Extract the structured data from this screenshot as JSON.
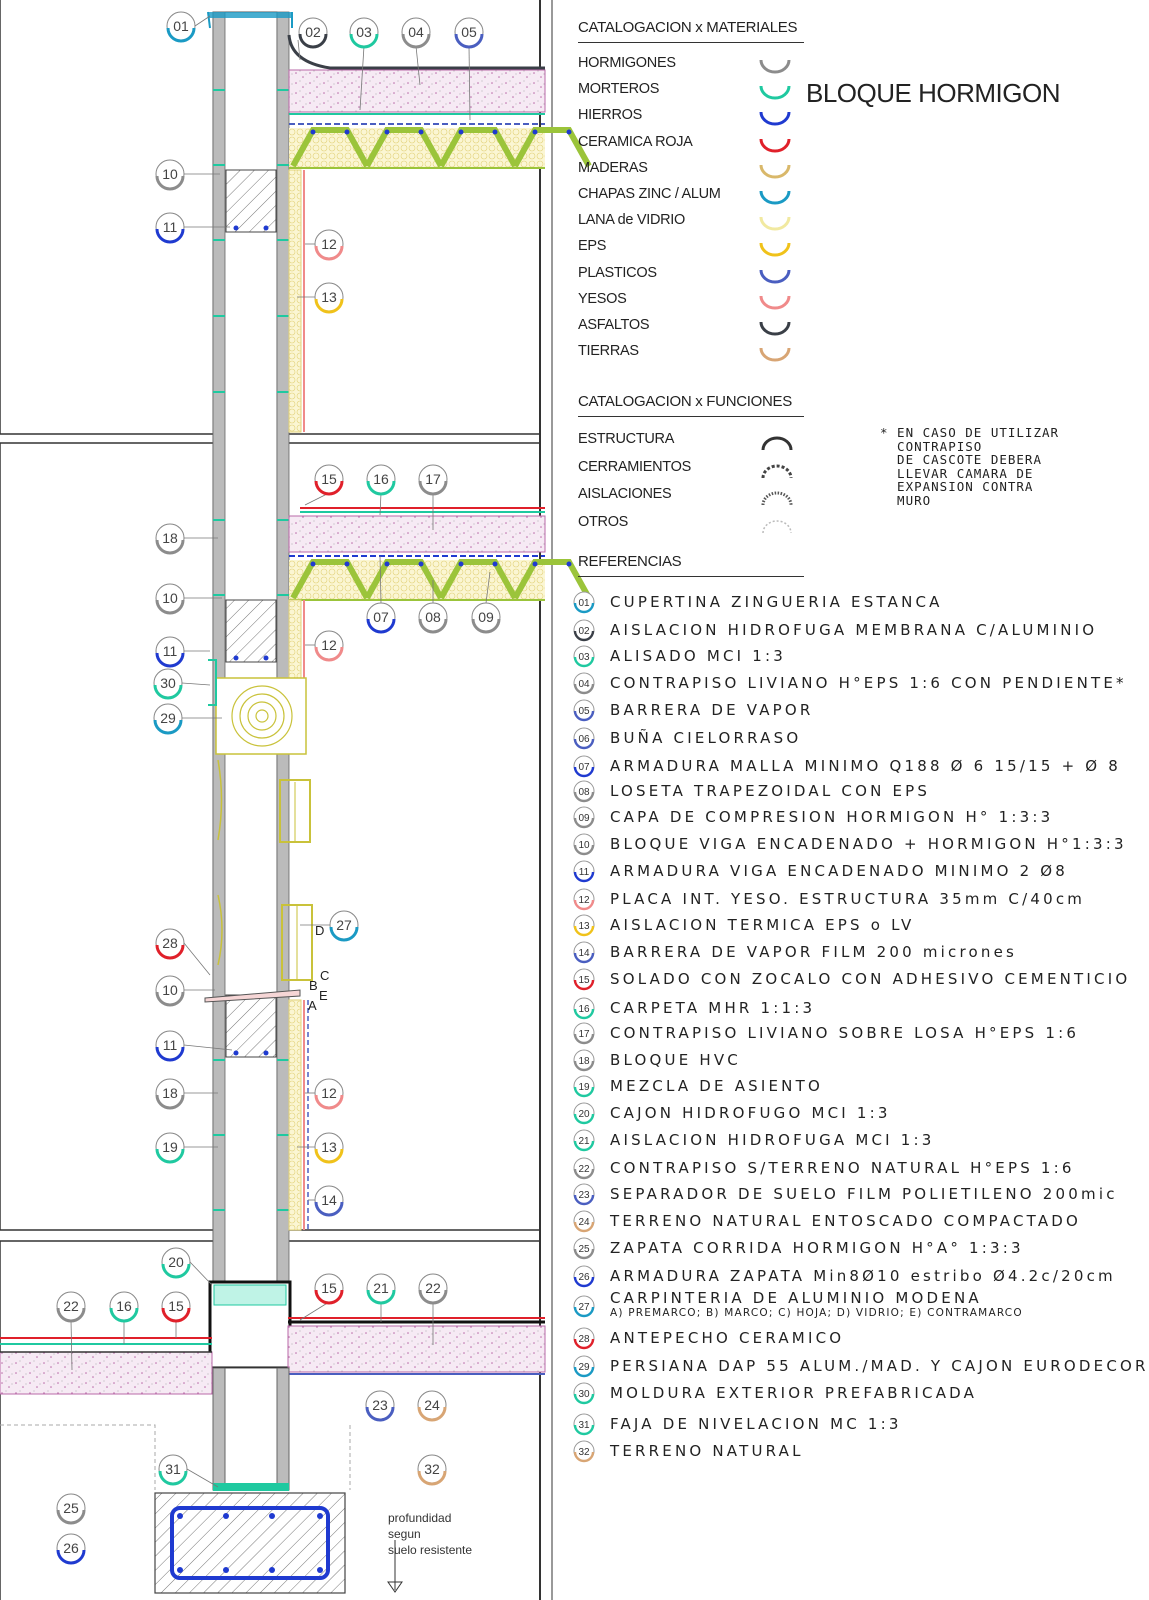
{
  "materials": {
    "title": "CATALOGACION x MATERIALES",
    "items": [
      {
        "label": "HORMIGONES",
        "color": "#8c8c8c"
      },
      {
        "label": "MORTEROS",
        "color": "#1fc9a0"
      },
      {
        "label": "HIERROS",
        "color": "#1f3ad0"
      },
      {
        "label": "CERAMICA ROJA",
        "color": "#e0202a"
      },
      {
        "label": "MADERAS",
        "color": "#d9b86a"
      },
      {
        "label": "CHAPAS ZINC / ALUM",
        "color": "#1a9ac4"
      },
      {
        "label": "LANA de VIDRIO",
        "color": "#f1e9a0"
      },
      {
        "label": "EPS",
        "color": "#f0c21a"
      },
      {
        "label": "PLASTICOS",
        "color": "#4a5ec0"
      },
      {
        "label": "YESOS",
        "color": "#f08a8a"
      },
      {
        "label": "ASFALTOS",
        "color": "#3a3f47"
      },
      {
        "label": "TIERRAS",
        "color": "#d8a574"
      }
    ]
  },
  "functions": {
    "title": "CATALOGACION x FUNCIONES",
    "items": [
      {
        "label": "ESTRUCTURA",
        "style": "solid"
      },
      {
        "label": "CERRAMIENTOS",
        "style": "dashed"
      },
      {
        "label": "AISLACIONES",
        "style": "dotted"
      },
      {
        "label": "OTROS",
        "style": "faint"
      }
    ]
  },
  "heading": "BLOQUE HORMIGON",
  "note": "* EN CASO DE UTILIZAR\n  CONTRAPISO\n  DE CASCOTE DEBERA\n  LLEVAR CAMARA DE\n  EXPANSION CONTRA\n  MURO",
  "references_title": "REFERENCIAS",
  "references": [
    {
      "num": "01",
      "text": "CUPERTINA ZINGUERIA ESTANCA",
      "color": "#1a9ac4"
    },
    {
      "num": "02",
      "text": "AISLACION HIDROFUGA MEMBRANA C/ALUMINIO",
      "color": "#3a3f47"
    },
    {
      "num": "03",
      "text": "ALISADO MCI 1:3",
      "color": "#1fc9a0"
    },
    {
      "num": "04",
      "text": "CONTRAPISO LIVIANO H°EPS 1:6 CON PENDIENTE*",
      "color": "#8c8c8c"
    },
    {
      "num": "05",
      "text": "BARRERA DE VAPOR",
      "color": "#4a5ec0"
    },
    {
      "num": "06",
      "text": "BUÑA CIELORRASO",
      "color": "#4a5ec0"
    },
    {
      "num": "07",
      "text": "ARMADURA MALLA MINIMO Q188 Ø 6 15/15 + Ø 8",
      "color": "#1f3ad0"
    },
    {
      "num": "08",
      "text": "LOSETA TRAPEZOIDAL CON EPS",
      "color": "#8c8c8c"
    },
    {
      "num": "09",
      "text": "CAPA DE COMPRESION HORMIGON H° 1:3:3",
      "color": "#8c8c8c"
    },
    {
      "num": "10",
      "text": "BLOQUE VIGA ENCADENADO + HORMIGON H°1:3:3",
      "color": "#8c8c8c"
    },
    {
      "num": "11",
      "text": "ARMADURA VIGA ENCADENADO MINIMO 2 Ø8",
      "color": "#1f3ad0"
    },
    {
      "num": "12",
      "text": "PLACA INT. YESO. ESTRUCTURA 35mm C/40cm",
      "color": "#f08a8a"
    },
    {
      "num": "13",
      "text": "AISLACION TERMICA EPS o LV",
      "color": "#f0c21a"
    },
    {
      "num": "14",
      "text": "BARRERA DE VAPOR FILM 200 micrones",
      "color": "#4a5ec0"
    },
    {
      "num": "15",
      "text": "SOLADO CON ZOCALO CON ADHESIVO CEMENTICIO",
      "color": "#e0202a"
    },
    {
      "num": "16",
      "text": "CARPETA MHR 1:1:3",
      "color": "#1fc9a0"
    },
    {
      "num": "17",
      "text": "CONTRAPISO LIVIANO SOBRE LOSA H°EPS 1:6",
      "color": "#8c8c8c"
    },
    {
      "num": "18",
      "text": "BLOQUE HVC",
      "color": "#8c8c8c"
    },
    {
      "num": "19",
      "text": "MEZCLA DE ASIENTO",
      "color": "#1fc9a0"
    },
    {
      "num": "20",
      "text": "CAJON HIDROFUGO MCI 1:3",
      "color": "#1fc9a0"
    },
    {
      "num": "21",
      "text": "AISLACION HIDROFUGA MCI 1:3",
      "color": "#1fc9a0"
    },
    {
      "num": "22",
      "text": "CONTRAPISO S/TERRENO NATURAL H°EPS 1:6",
      "color": "#8c8c8c"
    },
    {
      "num": "23",
      "text": "SEPARADOR DE SUELO FILM POLIETILENO 200mic",
      "color": "#4a5ec0"
    },
    {
      "num": "24",
      "text": "TERRENO NATURAL ENTOSCADO COMPACTADO",
      "color": "#d8a574"
    },
    {
      "num": "25",
      "text": "ZAPATA CORRIDA HORMIGON H°A° 1:3:3",
      "color": "#8c8c8c"
    },
    {
      "num": "26",
      "text": "ARMADURA ZAPATA Min8Ø10 estribo Ø4.2c/20cm",
      "color": "#1f3ad0"
    },
    {
      "num": "27",
      "text": "CARPINTERIA DE ALUMINIO MODENA",
      "sub": "A) PREMARCO; B) MARCO; C) HOJA; D) VIDRIO; E) CONTRAMARCO",
      "color": "#1a9ac4"
    },
    {
      "num": "28",
      "text": "ANTEPECHO CERAMICO",
      "color": "#e0202a"
    },
    {
      "num": "29",
      "text": "PERSIANA DAP 55 ALUM./MAD. Y CAJON EURODECOR",
      "color": "#1a9ac4"
    },
    {
      "num": "30",
      "text": "MOLDURA EXTERIOR PREFABRICADA",
      "color": "#1fc9a0"
    },
    {
      "num": "31",
      "text": "FAJA DE NIVELACION MC 1:3",
      "color": "#1fc9a0"
    },
    {
      "num": "32",
      "text": "TERRENO NATURAL",
      "color": "#d8a574"
    }
  ],
  "drawing": {
    "window_letters": [
      "D",
      "C",
      "B",
      "E",
      "A"
    ],
    "note_lines": [
      "profundidad",
      "segun",
      "suelo resistente"
    ]
  }
}
